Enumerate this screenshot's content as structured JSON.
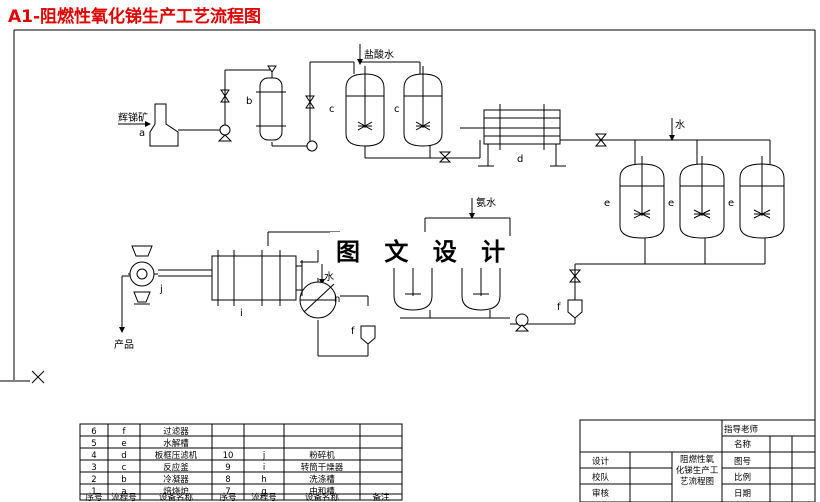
{
  "title": "A1-阻燃性氧化锑生产工艺流程图",
  "watermark": "图 文 设 计",
  "flow_labels": {
    "feed": "辉锑矿",
    "hcl": "盐酸水",
    "water": "水",
    "ammonia": "氨水",
    "product": "产品",
    "water2": "水"
  },
  "equipment_letters": {
    "a": "a",
    "b": "b",
    "c1": "c",
    "c2": "c",
    "d": "d",
    "e1": "e",
    "e2": "e",
    "e3": "e",
    "f1": "f",
    "f2": "f",
    "h": "h",
    "i": "i",
    "j": "j"
  },
  "parts_table": {
    "headers": [
      "序号",
      "流程号",
      "设备名称",
      "序号",
      "流程号",
      "设备名称",
      "备注"
    ],
    "rows": [
      [
        "6",
        "f",
        "过滤器",
        "",
        "",
        "",
        ""
      ],
      [
        "5",
        "e",
        "水解槽",
        "",
        "",
        "",
        ""
      ],
      [
        "4",
        "d",
        "板框压滤机",
        "10",
        "j",
        "粉碎机",
        ""
      ],
      [
        "3",
        "c",
        "反应釜",
        "9",
        "i",
        "转筒干燥器",
        ""
      ],
      [
        "2",
        "b",
        "冷凝器",
        "8",
        "h",
        "洗涤槽",
        ""
      ],
      [
        "1",
        "a",
        "焙烧炉",
        "7",
        "g",
        "中和槽",
        ""
      ]
    ]
  },
  "title_block": {
    "teacher": "指导老师",
    "name_label": "名称",
    "design": "设计",
    "check": "校队",
    "review": "审核",
    "drawing_name": "阻燃性氧化锑生产工艺流程图",
    "drawing_no": "图号",
    "scale": "比例",
    "date": "日期"
  }
}
